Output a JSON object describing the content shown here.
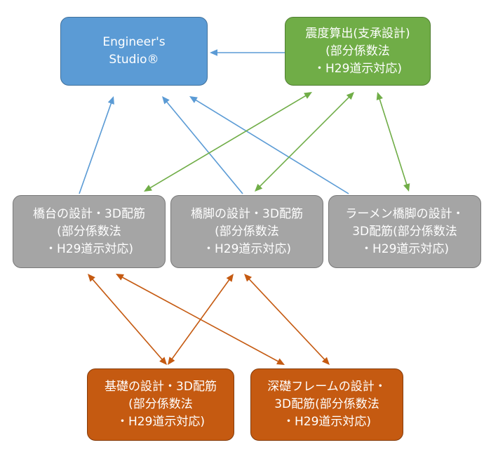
{
  "nodes": {
    "es": {
      "lines": [
        "Engineer's",
        "Studio®"
      ],
      "color": "#5b9bd5"
    },
    "shindo": {
      "lines": [
        "震度算出(支承設計)",
        "(部分係数法",
        "・H29道示対応)"
      ],
      "color": "#70ad47"
    },
    "kyodai": {
      "lines": [
        "橋台の設計・3D配筋",
        "(部分係数法",
        "・H29道示対応)"
      ],
      "color": "#a5a5a5"
    },
    "kyokyaku": {
      "lines": [
        "橋脚の設計・3D配筋",
        "(部分係数法",
        "・H29道示対応)"
      ],
      "color": "#a5a5a5"
    },
    "rahmen": {
      "lines": [
        "ラーメン橋脚の設計・",
        "3D配筋(部分係数法",
        "・H29道示対応)"
      ],
      "color": "#a5a5a5"
    },
    "kiso": {
      "lines": [
        "基礎の設計・3D配筋",
        "(部分係数法",
        "・H29道示対応)"
      ],
      "color": "#c55a11"
    },
    "shinso": {
      "lines": [
        "深礎フレームの設計・",
        "3D配筋(部分係数法",
        "・H29道示対応)"
      ],
      "color": "#c55a11"
    }
  },
  "edges": [
    {
      "from": "shindo",
      "to": "es",
      "style": "one-way",
      "color": "#5b9bd5"
    },
    {
      "from": "kyodai",
      "to": "es",
      "style": "one-way",
      "color": "#5b9bd5"
    },
    {
      "from": "kyokyaku",
      "to": "es",
      "style": "one-way",
      "color": "#5b9bd5"
    },
    {
      "from": "rahmen",
      "to": "es",
      "style": "one-way",
      "color": "#5b9bd5"
    },
    {
      "from": "shindo",
      "to": "kyodai",
      "style": "two-way",
      "color": "#70ad47"
    },
    {
      "from": "shindo",
      "to": "kyokyaku",
      "style": "two-way",
      "color": "#70ad47"
    },
    {
      "from": "shindo",
      "to": "rahmen",
      "style": "two-way",
      "color": "#70ad47"
    },
    {
      "from": "kyodai",
      "to": "kiso",
      "style": "two-way",
      "color": "#c55a11"
    },
    {
      "from": "kyodai",
      "to": "shinso",
      "style": "two-way",
      "color": "#c55a11"
    },
    {
      "from": "kyokyaku",
      "to": "kiso",
      "style": "two-way",
      "color": "#c55a11"
    },
    {
      "from": "kyokyaku",
      "to": "shinso",
      "style": "two-way",
      "color": "#c55a11"
    }
  ]
}
